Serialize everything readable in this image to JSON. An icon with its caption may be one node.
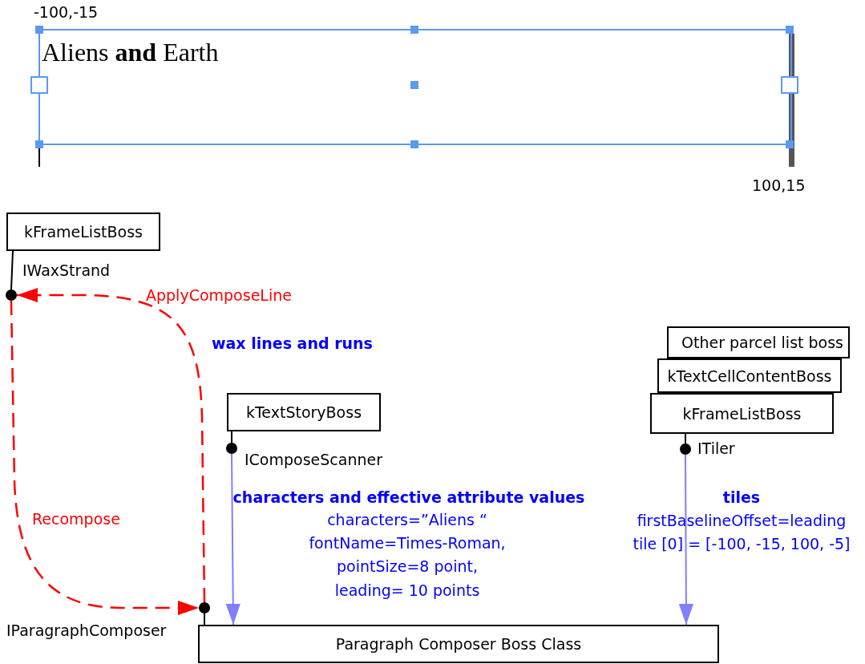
{
  "diagram": {
    "nodes": [
      {
        "text": [
          "Aliens **and** Earth"
        ]
      },
      {
        "text": [
          "kFrameListBoss"
        ]
      },
      {
        "text": [
          "IWaxStrand"
        ]
      },
      {
        "text": [
          "kTextStoryBoss"
        ]
      },
      {
        "text": [
          "IComposeScanner"
        ]
      },
      {
        "text": [
          "Other parcel list boss"
        ]
      },
      {
        "text": [
          "kTextCellContentBoss"
        ]
      },
      {
        "text": [
          "kFrameListBoss"
        ]
      },
      {
        "text": [
          "ITiler"
        ]
      },
      {
        "text": [
          "IParagraphComposer"
        ]
      },
      {
        "text": [
          "Paragraph Composer Boss Class"
        ]
      }
    ],
    "edges": [
      {
        "from": 1,
        "to": 2,
        "arrow": "none"
      },
      {
        "from": 9,
        "to": 2,
        "arrow": "to",
        "label": "ApplyComposeLine",
        "style": "dashed",
        "color": "#ff0000"
      },
      {
        "from": 2,
        "to": 9,
        "arrow": "to",
        "label": "Recompose",
        "style": "dashed",
        "color": "#ff0000"
      },
      {
        "from": 3,
        "to": 4,
        "arrow": "none"
      },
      {
        "from": 4,
        "to": 10,
        "arrow": "to",
        "label": "characters and effective attribute values",
        "color": "#8080ff"
      },
      {
        "from": 7,
        "to": 8,
        "arrow": "none"
      },
      {
        "from": 8,
        "to": 10,
        "arrow": "to",
        "label": "tiles",
        "color": "#8080ff"
      },
      {
        "from": 10,
        "to": 9,
        "arrow": "none"
      }
    ],
    "labels": [
      "-100,-15",
      "100,15",
      "wax lines and runs",
      "characters=”Aliens “",
      "fontName=Times-Roman,",
      "pointSize=8 point,",
      "leading= 10 points",
      "firstBaselineOffset=leading",
      "tile [0] = [-100, -15, 100, -5]"
    ]
  }
}
